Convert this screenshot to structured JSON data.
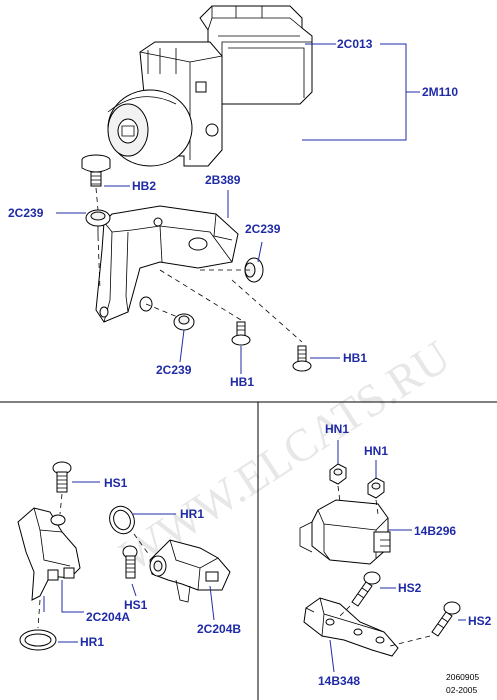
{
  "watermark": "WWW.ELCATS.RU",
  "top_section": {
    "labels": {
      "part_2c013": "2C013",
      "part_2m110": "2M110",
      "part_hb2": "HB2",
      "part_2b389": "2B389",
      "part_2c239_left": "2C239",
      "part_2c239_right": "2C239",
      "part_2c239_bottom": "2C239",
      "part_hb1_bottom": "HB1",
      "part_hb1_right": "HB1"
    }
  },
  "left_section": {
    "labels": {
      "part_hs1_top": "HS1",
      "part_hr1_right": "HR1",
      "part_hs1_mid": "HS1",
      "part_2c204a": "2C204A",
      "part_2c204b": "2C204B",
      "part_hr1_bottom": "HR1"
    }
  },
  "right_section": {
    "labels": {
      "part_hn1_left": "HN1",
      "part_hn1_right": "HN1",
      "part_14b296": "14B296",
      "part_hs2_mid": "HS2",
      "part_hs2_right": "HS2",
      "part_14b348": "14B348"
    }
  },
  "footer": {
    "drawing_number": "2060905",
    "date": "02-2005"
  }
}
